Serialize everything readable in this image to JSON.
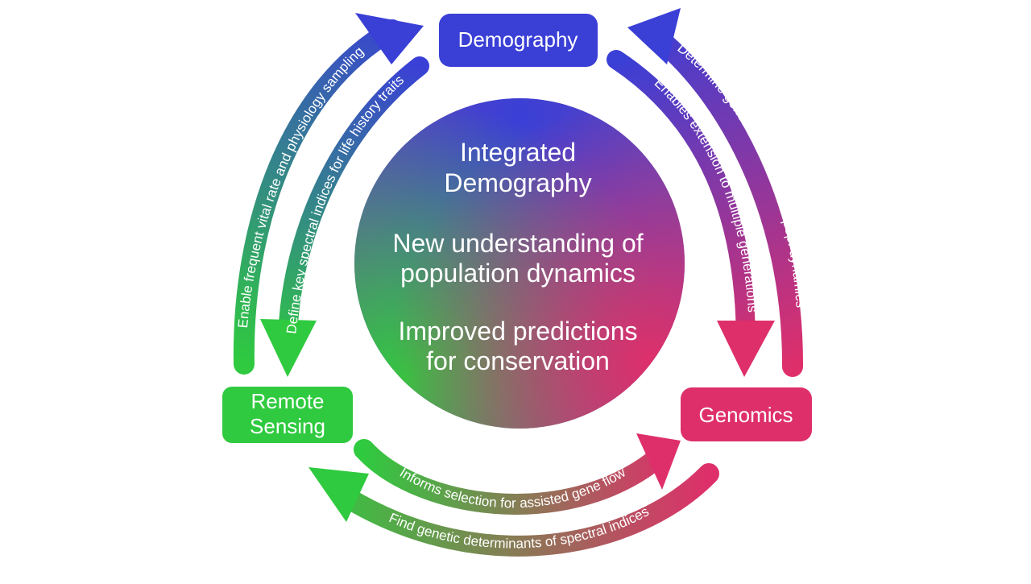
{
  "nodes": {
    "demography": {
      "label": "Demography",
      "color": "#3a3fd6"
    },
    "remote_sensing": {
      "label_line1": "Remote",
      "label_line2": "Sensing",
      "color": "#2fca3f"
    },
    "genomics": {
      "label": "Genomics",
      "color": "#de2f6a"
    }
  },
  "center": {
    "line1": "Integrated",
    "line2": "Demography",
    "line3": "New understanding of",
    "line4": "population dynamics",
    "line5": "Improved predictions",
    "line6": "for conservation"
  },
  "arrows": {
    "remote_to_demography_outer": "Enable frequent vital rate and physiology sampling",
    "demography_to_remote_inner": "Define key spectral indices for life history traits",
    "genomics_to_demography_outer": "Determine genetic contribution to pop. dynamics",
    "demography_to_genomics_inner": "Enables extension to multiple generations",
    "remote_to_genomics_upper": "Informs selection for assisted gene flow",
    "genomics_to_remote_lower": "Find genetic determinants of spectral indices"
  },
  "colors": {
    "blue": "#3a3fd6",
    "green": "#2fca3f",
    "pink": "#de2f6a"
  }
}
